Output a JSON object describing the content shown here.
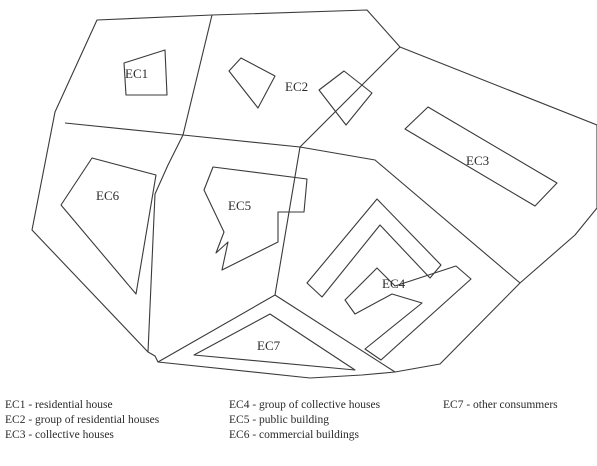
{
  "zones": [
    {
      "id": "ec1",
      "label": "EC1"
    },
    {
      "id": "ec2",
      "label": "EC2"
    },
    {
      "id": "ec3",
      "label": "EC3"
    },
    {
      "id": "ec4",
      "label": "EC4"
    },
    {
      "id": "ec5",
      "label": "EC5"
    },
    {
      "id": "ec6",
      "label": "EC6"
    },
    {
      "id": "ec7",
      "label": "EC7"
    }
  ],
  "legend": {
    "col1": [
      "EC1 - residential house",
      "EC2 - group of residential houses",
      "EC3 - collective houses"
    ],
    "col2": [
      "EC4 - group of collective houses",
      "EC5 - public building",
      "EC6 - commercial buildings"
    ],
    "col3": [
      "EC7 - other consummers"
    ]
  }
}
